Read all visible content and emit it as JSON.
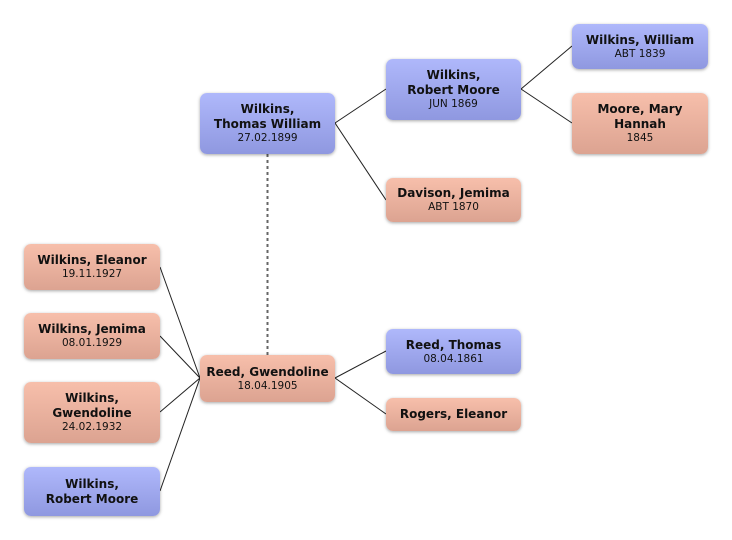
{
  "colors": {
    "male": "#a3acf2",
    "female": "#ecb29f",
    "line": "#222222"
  },
  "persons": {
    "thomas_william": {
      "name": "Wilkins, Thomas William",
      "date": "27.02.1899",
      "sex": "male"
    },
    "robert_moore_sr": {
      "name": "Wilkins, Robert Moore",
      "date": "JUN 1869",
      "sex": "male"
    },
    "davison_jemima": {
      "name": "Davison, Jemima",
      "date": "ABT 1870",
      "sex": "female"
    },
    "william": {
      "name": "Wilkins, William",
      "date": "ABT 1839",
      "sex": "male"
    },
    "moore_mary": {
      "name": "Moore, Mary Hannah",
      "date": "1845",
      "sex": "female"
    },
    "eleanor": {
      "name": "Wilkins, Eleanor",
      "date": "19.11.1927",
      "sex": "female"
    },
    "jemima": {
      "name": "Wilkins, Jemima",
      "date": "08.01.1929",
      "sex": "female"
    },
    "gwendoline_jr": {
      "name": "Wilkins, Gwendoline",
      "date": "24.02.1932",
      "sex": "female"
    },
    "robert_moore_jr": {
      "name": "Wilkins, Robert Moore",
      "date": "",
      "sex": "male"
    },
    "reed_gwendoline": {
      "name": "Reed, Gwendoline",
      "date": "18.04.1905",
      "sex": "female"
    },
    "reed_thomas": {
      "name": "Reed, Thomas",
      "date": "08.04.1861",
      "sex": "male"
    },
    "rogers_eleanor": {
      "name": "Rogers, Eleanor",
      "date": "",
      "sex": "female"
    }
  }
}
